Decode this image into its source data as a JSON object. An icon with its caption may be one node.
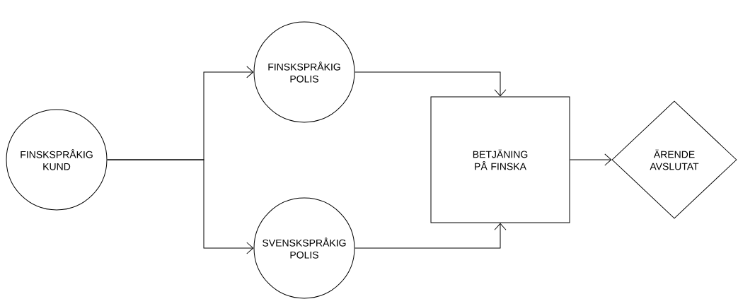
{
  "diagram": {
    "nodes": [
      {
        "text": [
          "FINSKSPRÅKIG KUND"
        ]
      },
      {
        "text": [
          "FINSKSPRÅKIG POLIS"
        ]
      },
      {
        "text": [
          "SVENSKSPRÅKIG POLIS"
        ]
      },
      {
        "text": [
          "BETJÄNING PÅ FINSKA"
        ]
      },
      {
        "text": [
          "ÄRENDE AVSLUTAT"
        ]
      }
    ],
    "edges": [
      {
        "from": 0,
        "to": 1,
        "arrow": "to"
      },
      {
        "from": 0,
        "to": 2,
        "arrow": "to"
      },
      {
        "from": 1,
        "to": 3,
        "arrow": "to"
      },
      {
        "from": 2,
        "to": 3,
        "arrow": "to"
      },
      {
        "from": 3,
        "to": 4,
        "arrow": "to"
      }
    ]
  }
}
